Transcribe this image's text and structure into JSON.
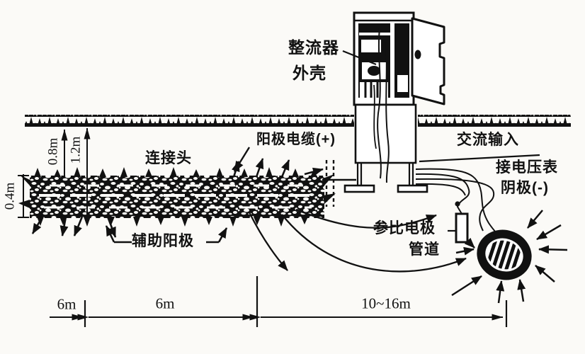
{
  "diagram": {
    "title_hint": "impressed-current cathodic protection system diagram",
    "labels": {
      "rectifier_line1": "整流器",
      "rectifier_line2": "外壳",
      "anode_cable": "阳极电缆(+)",
      "connector": "连接头",
      "ac_input": "交流输入",
      "voltmeter": "接电压表",
      "cathode": "阴极(-)",
      "ref_electrode": "参比电极",
      "pipeline": "管道",
      "aux_anode": "辅助阳极"
    },
    "dimensions": {
      "bed_thickness": "0.4m",
      "depth_top": "0.8m",
      "depth_bottom": "1.2m",
      "span_left": "6m",
      "span_mid": "6m",
      "span_right": "10~16m"
    },
    "colors": {
      "ink": "#111111",
      "background": "#fbfaf7"
    }
  }
}
